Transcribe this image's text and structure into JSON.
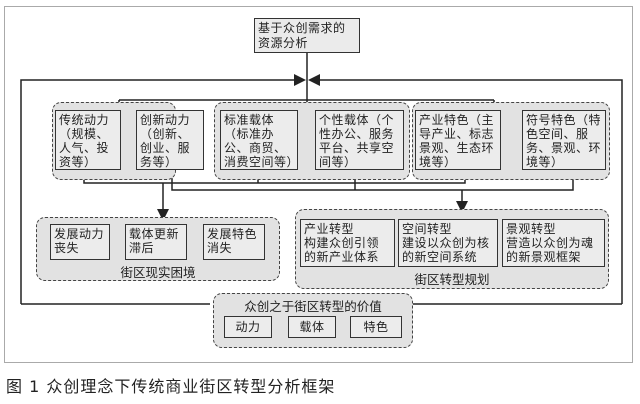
{
  "top_node": {
    "label": "基于众创需求的资源分析"
  },
  "groups": {
    "power": {
      "boxes": [
        {
          "label": "传统动力（规模、人气、投资等）"
        },
        {
          "label": "创新动力（创新、创业、服务等）"
        }
      ]
    },
    "carrier": {
      "boxes": [
        {
          "label": "标准载体（标准办公、商贸、消费空间等）"
        },
        {
          "label": "个性载体（个性办公、服务平台、共享空间等）"
        }
      ]
    },
    "feature": {
      "boxes": [
        {
          "label": "产业特色（主导产业、标志景观、生态环境等）"
        },
        {
          "label": "符号特色（特色空间、服务、景观、环境等）"
        }
      ]
    }
  },
  "dilemma": {
    "title": "街区现实困境",
    "boxes": [
      {
        "label": "发展动力丧失"
      },
      {
        "label": "载体更新滞后"
      },
      {
        "label": "发展特色消失"
      }
    ]
  },
  "planning": {
    "title": "街区转型规划",
    "boxes": [
      {
        "title": "产业转型",
        "desc": "构建众创引领的新产业体系"
      },
      {
        "title": "空间转型",
        "desc": "建设以众创为核的新空间系统"
      },
      {
        "title": "景观转型",
        "desc": "营造以众创为魂的新景观框架"
      }
    ]
  },
  "value": {
    "title": "众创之于街区转型的价值",
    "boxes": [
      {
        "label": "动力"
      },
      {
        "label": "载体"
      },
      {
        "label": "特色"
      }
    ]
  },
  "caption": "图 1  众创理念下传统商业街区转型分析框架"
}
